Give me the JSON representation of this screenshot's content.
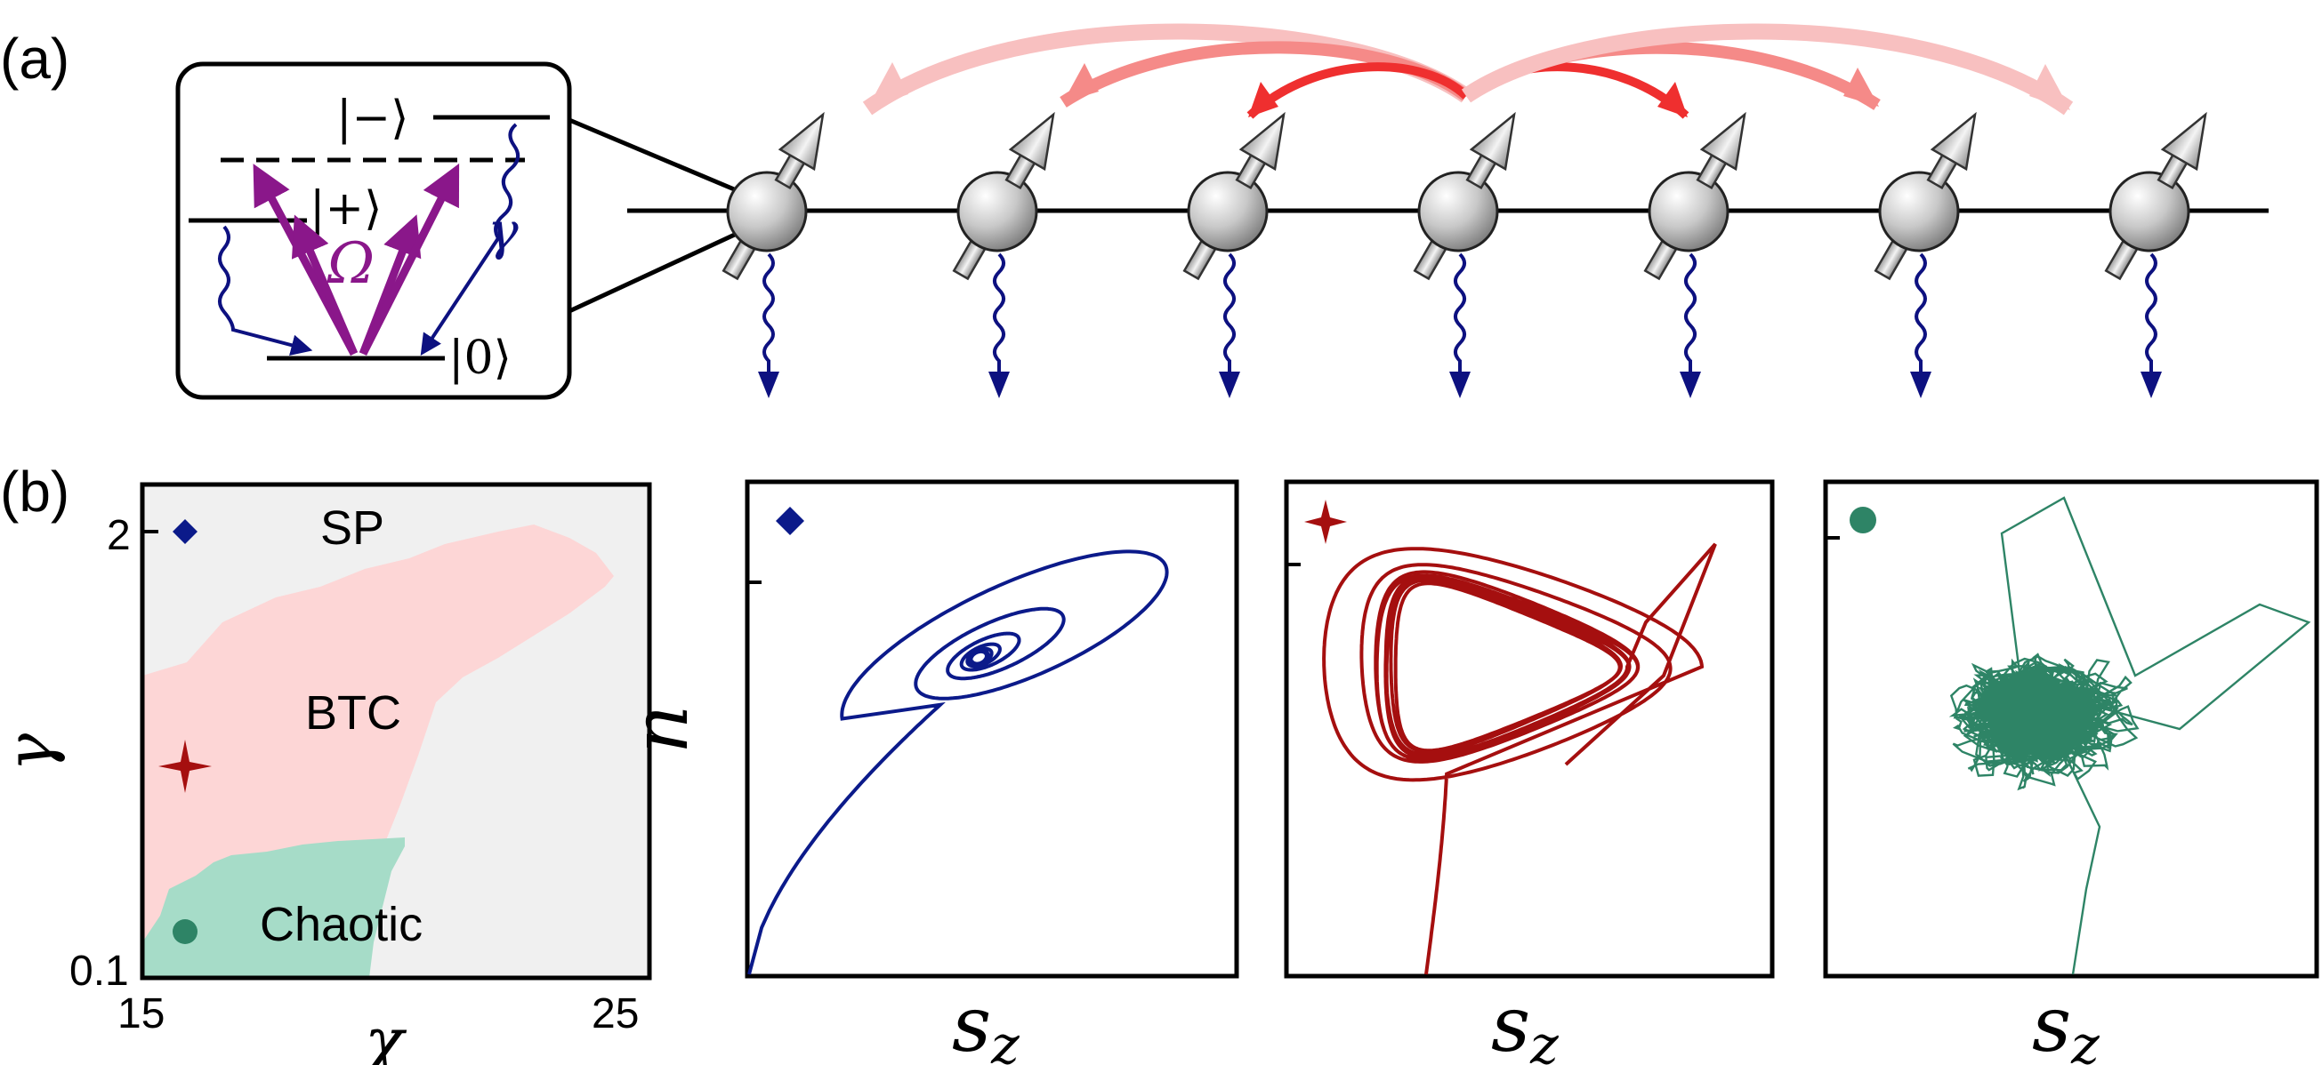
{
  "panel_a": {
    "label": "(a)",
    "levels": {
      "minus": "|−⟩",
      "plus": "|+⟩",
      "zero": "|0⟩",
      "drive": "Ω",
      "decay": "γ"
    },
    "spin_count": 7
  },
  "panel_b": {
    "label": "(b)",
    "phase_diagram": {
      "ylabel": "γ",
      "xlabel": "χ",
      "ytick_top": "2",
      "ytick_bottom": "0.1",
      "xtick_left": "15",
      "xtick_right": "25",
      "region_sp": "SP",
      "region_btc": "BTC",
      "region_chaotic": "Chaotic"
    },
    "trajectories": {
      "ylabel": "n",
      "xlabel_1": "s",
      "xlabel_1_sub": "z",
      "xlabel_2": "s",
      "xlabel_2_sub": "z",
      "xlabel_3": "s",
      "xlabel_3_sub": "z"
    }
  },
  "colors": {
    "sp": "#0b1a8a",
    "btc": "#a50f0f",
    "chaotic": "#2e8466",
    "btc_region": "#fdd6d6",
    "chaotic_region": "#a6dcc8",
    "sp_region": "#f0f0f0",
    "drive": "#8a178a",
    "decay": "#0d1180",
    "hop": "#f0302a"
  }
}
